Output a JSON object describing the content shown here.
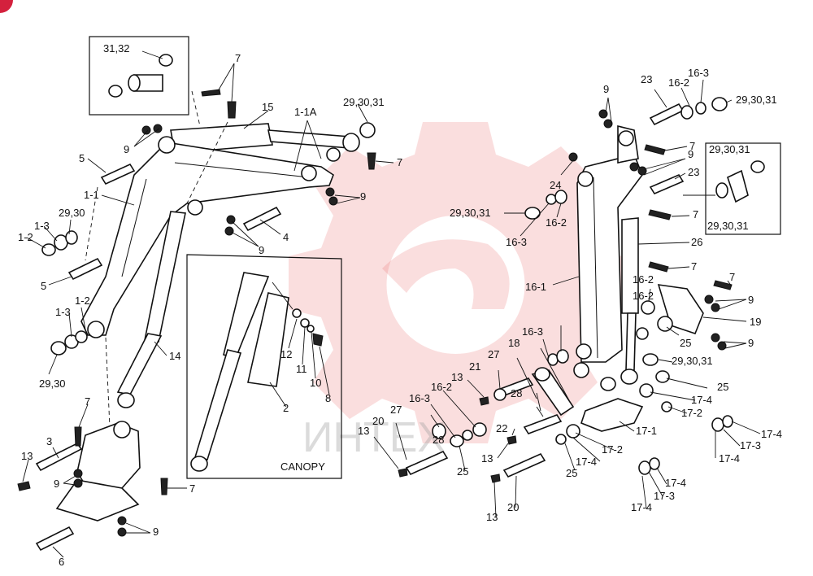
{
  "watermark": {
    "text": "ИНТЕХ",
    "logo_color": "#e86a6a"
  },
  "corner_badge_color": "#d4213d",
  "labels": [
    "31,32",
    "7",
    "15",
    "1-1A",
    "29,30,31",
    "7",
    "9",
    "9",
    "5",
    "1-1",
    "29,30",
    "1-3",
    "1-2",
    "4",
    "9",
    "5",
    "1-3",
    "1-2",
    "14",
    "29,30",
    "12",
    "11",
    "10",
    "8",
    "2",
    "CANOPY",
    "7",
    "3",
    "13",
    "9",
    "7",
    "9",
    "6",
    "9",
    "23",
    "16-2",
    "16-3",
    "29,30,31",
    "7",
    "9",
    "29,30,31",
    "23",
    "24",
    "29,30,31",
    "16-2",
    "16-3",
    "7",
    "29,30,31",
    "26",
    "16-1",
    "7",
    "16-2",
    "7",
    "9",
    "19",
    "16-2",
    "16-3",
    "25",
    "9",
    "18",
    "27",
    "21",
    "13",
    "29,30,31",
    "25",
    "16-2",
    "16-3",
    "17-4",
    "28",
    "27",
    "28",
    "17-2",
    "20",
    "22",
    "13",
    "17-1",
    "13",
    "25",
    "17-2",
    "17-4",
    "17-3",
    "17-4",
    "17-4",
    "25",
    "17-4",
    "13",
    "20",
    "17-3",
    "17-4"
  ]
}
